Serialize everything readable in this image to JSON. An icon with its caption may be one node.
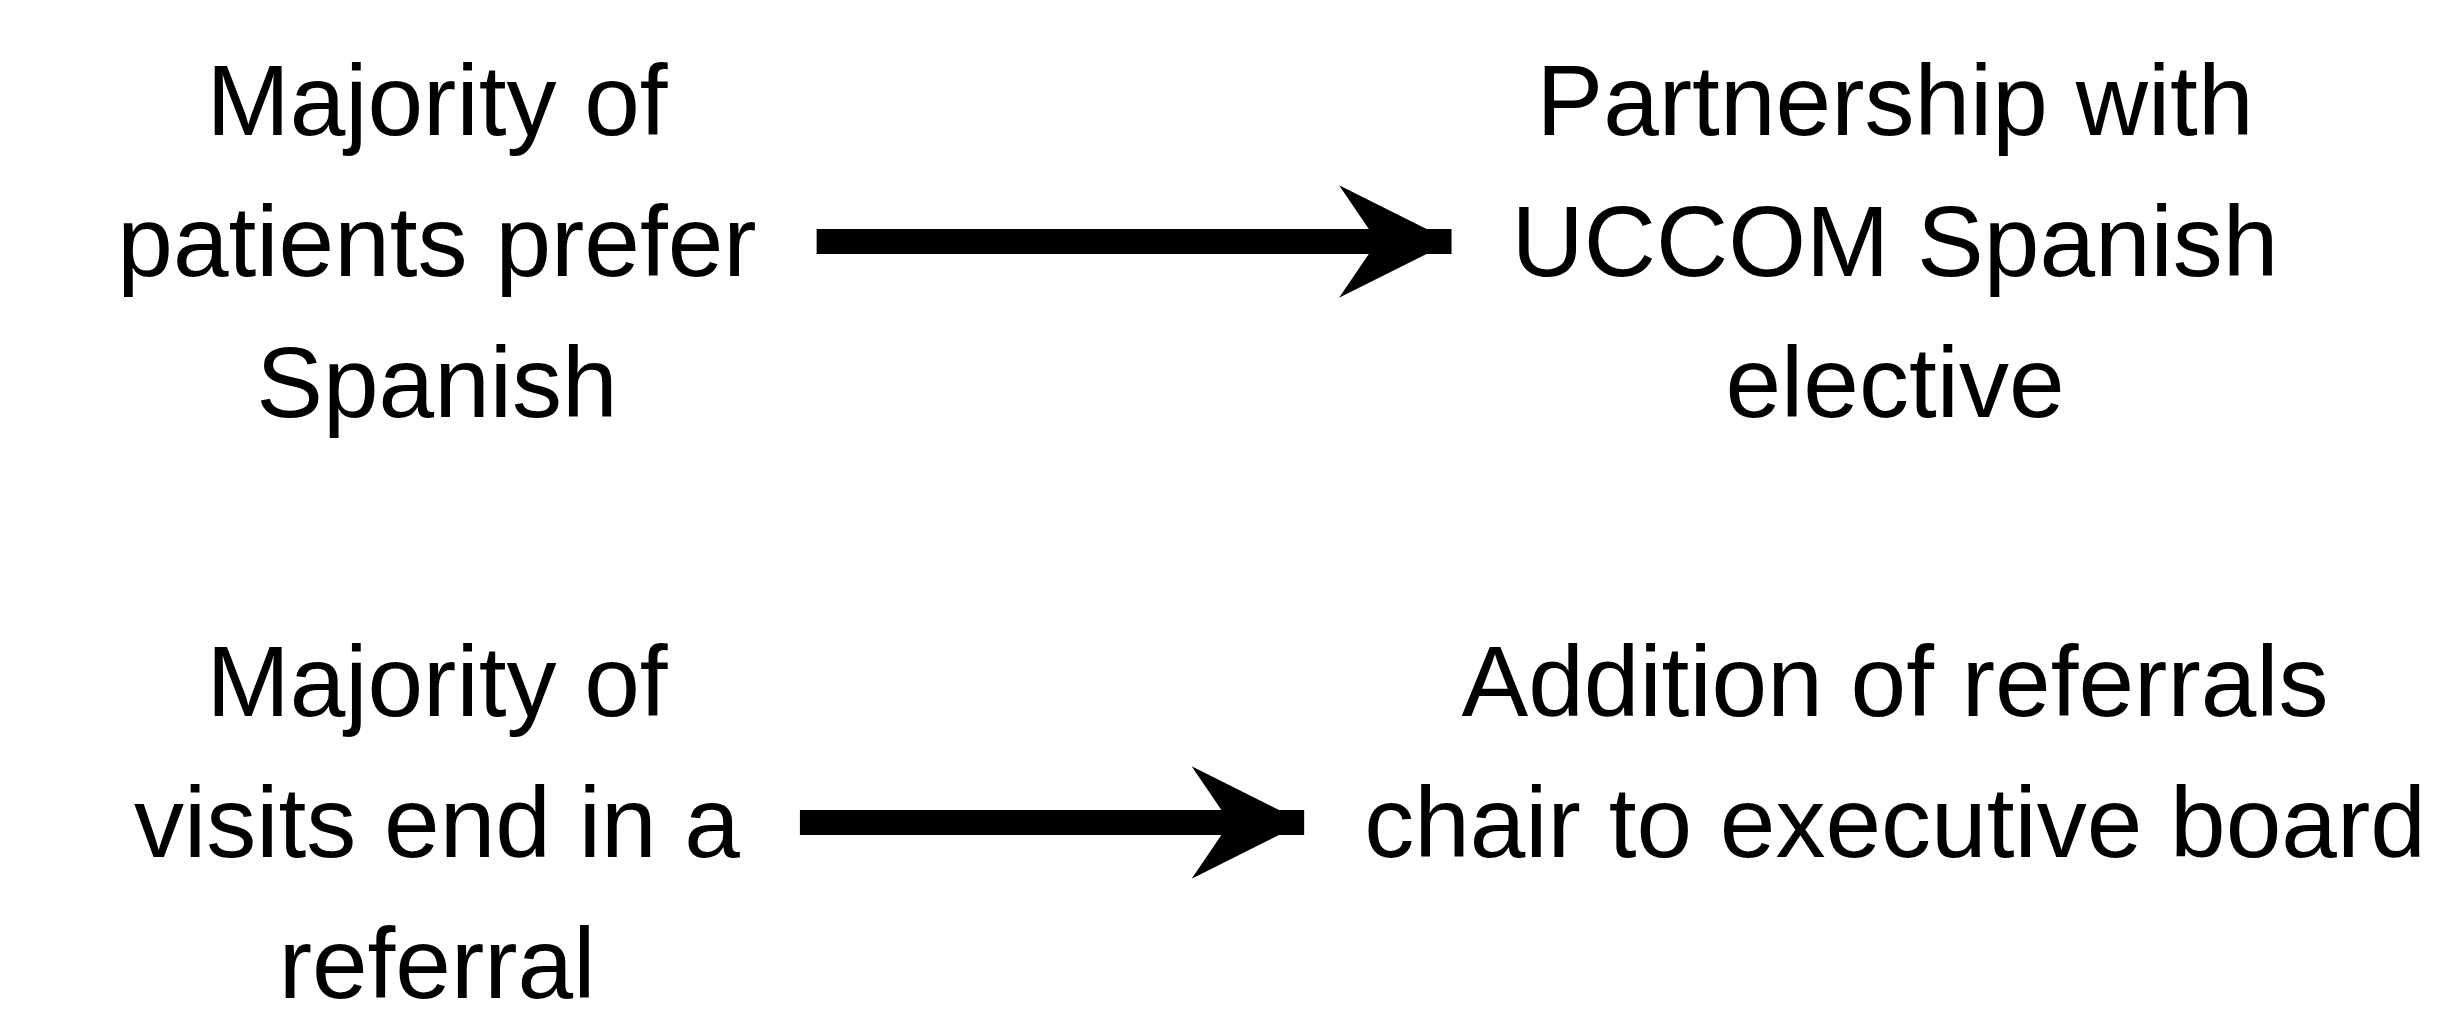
{
  "diagram": {
    "nodes": [
      {
        "text": [
          "Majority of patients prefer Spanish"
        ]
      },
      {
        "text": [
          "Partnership with UCCOM Spanish elective"
        ]
      },
      {
        "text": [
          "Majority of visits end in a referral"
        ]
      },
      {
        "text": [
          "Addition of referrals chair to executive board"
        ]
      }
    ],
    "edges": [
      {
        "from": 0,
        "to": 1,
        "arrow": "to"
      },
      {
        "from": 2,
        "to": 3,
        "arrow": "to"
      }
    ]
  }
}
